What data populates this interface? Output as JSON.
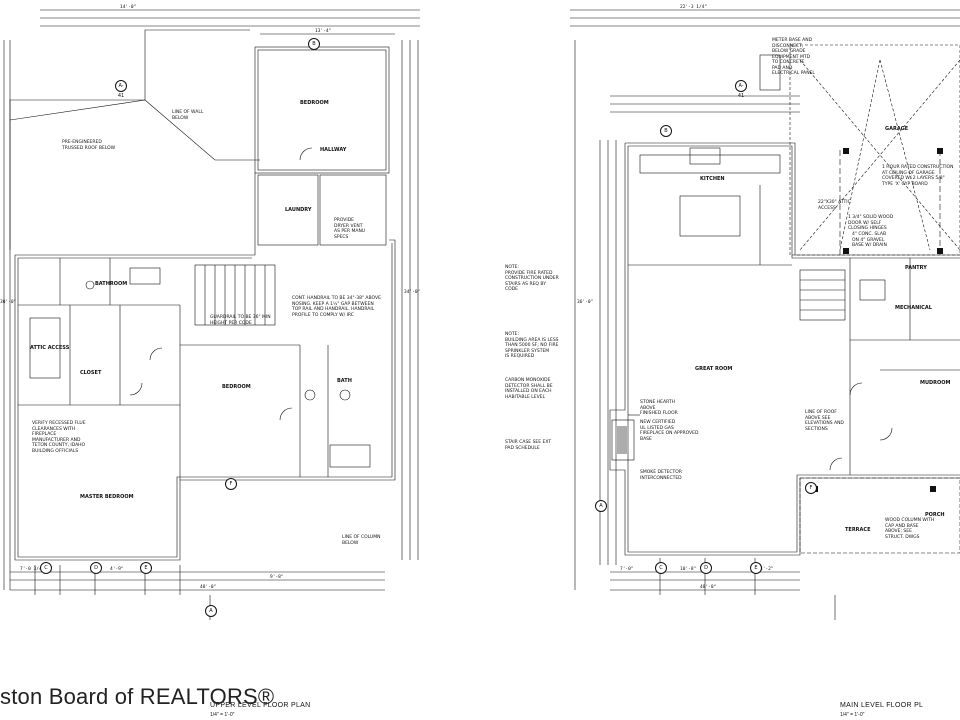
{
  "sheet": {
    "watermark": "ston Board of REALTORS®",
    "upper_plan": {
      "title": "UPPER LEVEL FLOOR PLAN",
      "scale": "1/4\" = 1'-0\"",
      "rooms": {
        "bedroom_top": "BEDROOM",
        "bedroom_mid": "BEDROOM",
        "laundry": "LAUNDRY",
        "bathroom": "BATHROOM",
        "hallway": "HALLWAY",
        "bath": "BATH",
        "master_bedroom": "MASTER BEDROOM",
        "attic_access": "ATTIC ACCESS",
        "closet": "CLOSET"
      },
      "notes": {
        "pre_engineered": "PRE-ENGINEERED\nTRUSSED ROOF BELOW",
        "line_of_wall": "LINE OF WALL\nBELOW",
        "guardrail": "GUARDRAIL TO BE 36\" MIN\nHEIGHT PER CODE",
        "handrail": "CONT. HANDRAIL TO BE 34\"-38\" ABOVE\nNOSING. KEEP A 1½\" GAP BETWEEN\nTOP RAIL AND HANDRAIL. HANDRAIL\nPROFILE TO COMPLY W/ IRC",
        "fireplace": "VERIFY RECESSED FLUE\nCLEARANCES WITH\nFIREPLACE\nMANUFACTURER AND\nTETON COUNTY, IDAHO\nBUILDING OFFICIALS",
        "column_line": "LINE OF COLUMN\nBELOW",
        "provide_dryer": "PROVIDE\nDRYER VENT\nAS PER MANU\nSPECS"
      },
      "dims": {
        "top_overall": "14'-0\"",
        "top_right": "13'-4\"",
        "bottom_overall": "48'-0\"",
        "bottom_a": "7'-0 3/4\"",
        "bottom_b": "4'-9\"",
        "bottom_c": "9'-8\"",
        "left_overall": "30'-0\"",
        "right_overall": "34'-0\""
      },
      "bubbles": [
        "A",
        "B",
        "C",
        "D",
        "E",
        "F",
        "A-41"
      ]
    },
    "main_plan": {
      "title": "MAIN LEVEL FLOOR PL",
      "scale": "1/4\" = 1'-0\"",
      "rooms": {
        "kitchen": "KITCHEN",
        "great_room": "GREAT ROOM",
        "garage": "GARAGE",
        "mechanical": "MECHANICAL",
        "mudroom": "MUDROOM",
        "terrace": "TERRACE",
        "porch": "PORCH",
        "pantry": "PANTRY"
      },
      "notes": {
        "meter_base": "METER BASE AND\nDISCONNECT,\nBELOW GRADE\nEQUIPMENT MTD\nTO CONCRETE\nPAD AND\nELECTRICAL PANEL",
        "gas_fireplace": "NEW CERTIFIED\nUL LISTED GAS\nFIREPLACE ON APPROVED\nBASE",
        "hearth": "STONE HEARTH\nABOVE\nFINISHED FLOOR",
        "carbon_monoxide": "CARBON MONOXIDE\nDETECTOR SHALL BE\nINSTALLED ON EACH\nHABITABLE LEVEL",
        "stair_note": "STAIR CASE SEE EXT\nPAD SCHEDULE",
        "one_hour": "1 HOUR RATED CONSTRUCTION\nAT CEILING OF GARAGE\nCOVERED W/ 2 LAYERS 5/8\"\nTYPE 'X' GYP BOARD",
        "provide_fire": "NOTE:\nPROVIDE FIRE RATED\nCONSTRUCTION UNDER\nSTAIRS AS REQ BY\nCODE",
        "line_of_roof": "LINE OF ROOF\nABOVE SEE\nELEVATIONS AND\nSECTIONS",
        "wood_column": "WOOD COLUMN WITH\nCAP AND BASE\nABOVE; SEE\nSTRUCT. DWGS",
        "area_below": "NOTE:\nBUILDING AREA IS LESS\nTHAN 5000 SF; NO FIRE\nSPRINKLER SYSTEM\nIS REQUIRED",
        "smoke_note": "SMOKE DETECTOR\nINTERCONNECTED",
        "garage_slab": "4\" CONC. SLAB\nON 4\" GRAVEL\nBASE W/ DRAIN",
        "attic_access": "22\"X30\" ATTIC\nACCESS",
        "fire_door": "1 3/4\" SOLID WOOD\nDOOR W/ SELF\nCLOSING HINGES"
      },
      "dims": {
        "top_overall": "22'-3 1/4\"",
        "bottom_overall": "48'-0\"",
        "left_overall": "36'-0\"",
        "bottom_a": "7'-0\"",
        "bottom_b": "10'-8\"",
        "bottom_c": "4'-2\""
      },
      "bubbles": [
        "A",
        "B",
        "C",
        "D",
        "E",
        "F",
        "A-41"
      ]
    }
  }
}
